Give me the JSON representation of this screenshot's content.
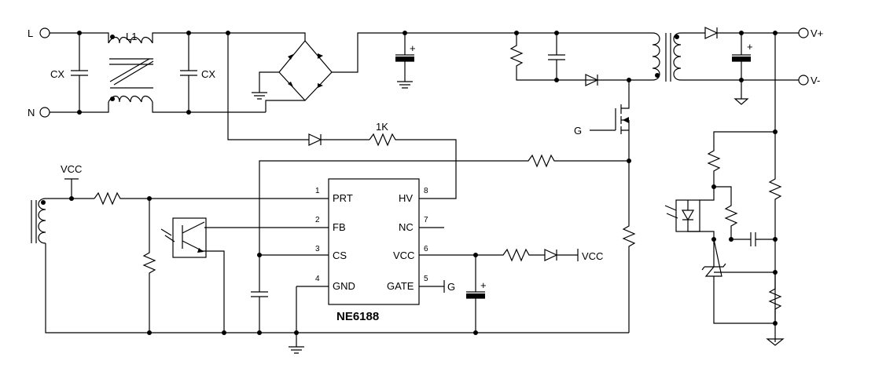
{
  "labels": {
    "L": "L",
    "N": "N",
    "L1": "L1",
    "CX1": "CX",
    "CX2": "CX",
    "Vplus": "V+",
    "Vminus": "V-",
    "R1K": "1K",
    "G1": "G",
    "G2": "G",
    "VCC1": "VCC",
    "VCC2": "VCC",
    "plus1": "+",
    "plus2": "+",
    "plus3": "+"
  },
  "ic": {
    "name": "NE6188",
    "pins": [
      {
        "num": "1",
        "name": "PRT"
      },
      {
        "num": "2",
        "name": "FB"
      },
      {
        "num": "3",
        "name": "CS"
      },
      {
        "num": "4",
        "name": "GND"
      },
      {
        "num": "8",
        "name": "HV"
      },
      {
        "num": "7",
        "name": "NC"
      },
      {
        "num": "6",
        "name": "VCC"
      },
      {
        "num": "5",
        "name": "GATE"
      }
    ]
  }
}
